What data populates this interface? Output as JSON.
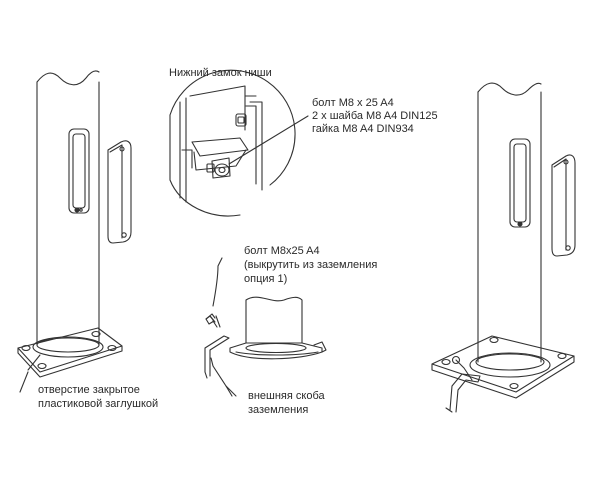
{
  "labels": {
    "lock_title": "Нижний замок ниши",
    "bolt_line1": "болт M8 x 25 A4",
    "bolt_line2": "2 x шайба M8 A4 DIN125",
    "bolt_line3": "гайка M8 A4 DIN934",
    "ground_bolt_line1": "болт M8x25 A4",
    "ground_bolt_line2": "(выкрутить из заземления",
    "ground_bolt_line3": "опция 1)",
    "hole_line1": "отверстие закрытое",
    "hole_line2": "пластиковой заглушкой",
    "bracket_line1": "внешняя скоба",
    "bracket_line2": "заземления"
  }
}
